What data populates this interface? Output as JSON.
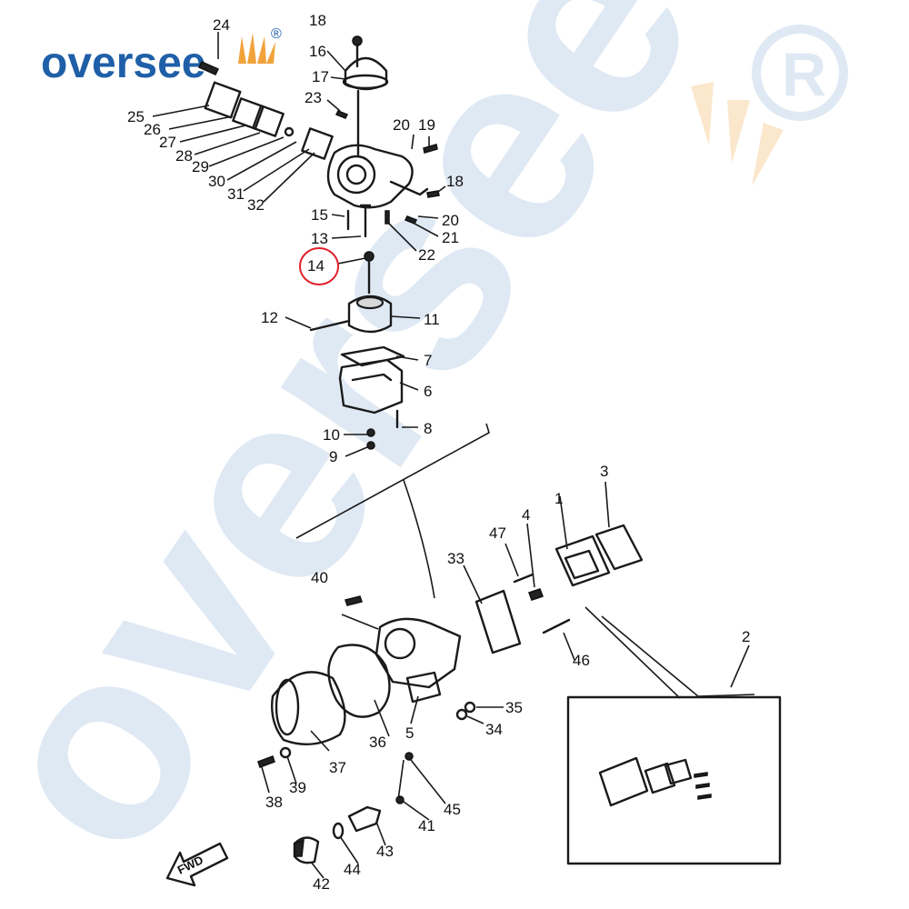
{
  "brand": {
    "name": "oversee",
    "registered": "®",
    "text_color": "#1f5fa8",
    "flame_color": "#f2a23a",
    "watermark_color": "#dfe9f4",
    "highlight_color": "#e0202a"
  },
  "diagram": {
    "highlighted_part": "14",
    "fwd_label": "FWD",
    "part_labels": [
      {
        "id": "24",
        "text": "24"
      },
      {
        "id": "18a",
        "text": "18"
      },
      {
        "id": "16",
        "text": "16"
      },
      {
        "id": "17",
        "text": "17"
      },
      {
        "id": "23",
        "text": "23"
      },
      {
        "id": "25",
        "text": "25"
      },
      {
        "id": "26",
        "text": "26"
      },
      {
        "id": "27",
        "text": "27"
      },
      {
        "id": "28",
        "text": "28"
      },
      {
        "id": "29",
        "text": "29"
      },
      {
        "id": "30",
        "text": "30"
      },
      {
        "id": "31",
        "text": "31"
      },
      {
        "id": "32",
        "text": "32"
      },
      {
        "id": "20a",
        "text": "20"
      },
      {
        "id": "19",
        "text": "19"
      },
      {
        "id": "18b",
        "text": "18"
      },
      {
        "id": "20b",
        "text": "20"
      },
      {
        "id": "21",
        "text": "21"
      },
      {
        "id": "22",
        "text": "22"
      },
      {
        "id": "15",
        "text": "15"
      },
      {
        "id": "13",
        "text": "13"
      },
      {
        "id": "14",
        "text": "14"
      },
      {
        "id": "12",
        "text": "12"
      },
      {
        "id": "11",
        "text": "11"
      },
      {
        "id": "7",
        "text": "7"
      },
      {
        "id": "6",
        "text": "6"
      },
      {
        "id": "10",
        "text": "10"
      },
      {
        "id": "8",
        "text": "8"
      },
      {
        "id": "9",
        "text": "9"
      },
      {
        "id": "3",
        "text": "3"
      },
      {
        "id": "1",
        "text": "1"
      },
      {
        "id": "47",
        "text": "47"
      },
      {
        "id": "4",
        "text": "4"
      },
      {
        "id": "33",
        "text": "33"
      },
      {
        "id": "40",
        "text": "40"
      },
      {
        "id": "2",
        "text": "2"
      },
      {
        "id": "46",
        "text": "46"
      },
      {
        "id": "35",
        "text": "35"
      },
      {
        "id": "34",
        "text": "34"
      },
      {
        "id": "36",
        "text": "36"
      },
      {
        "id": "5",
        "text": "5"
      },
      {
        "id": "37",
        "text": "37"
      },
      {
        "id": "39",
        "text": "39"
      },
      {
        "id": "38",
        "text": "38"
      },
      {
        "id": "45",
        "text": "45"
      },
      {
        "id": "41",
        "text": "41"
      },
      {
        "id": "43",
        "text": "43"
      },
      {
        "id": "44",
        "text": "44"
      },
      {
        "id": "42",
        "text": "42"
      }
    ]
  }
}
